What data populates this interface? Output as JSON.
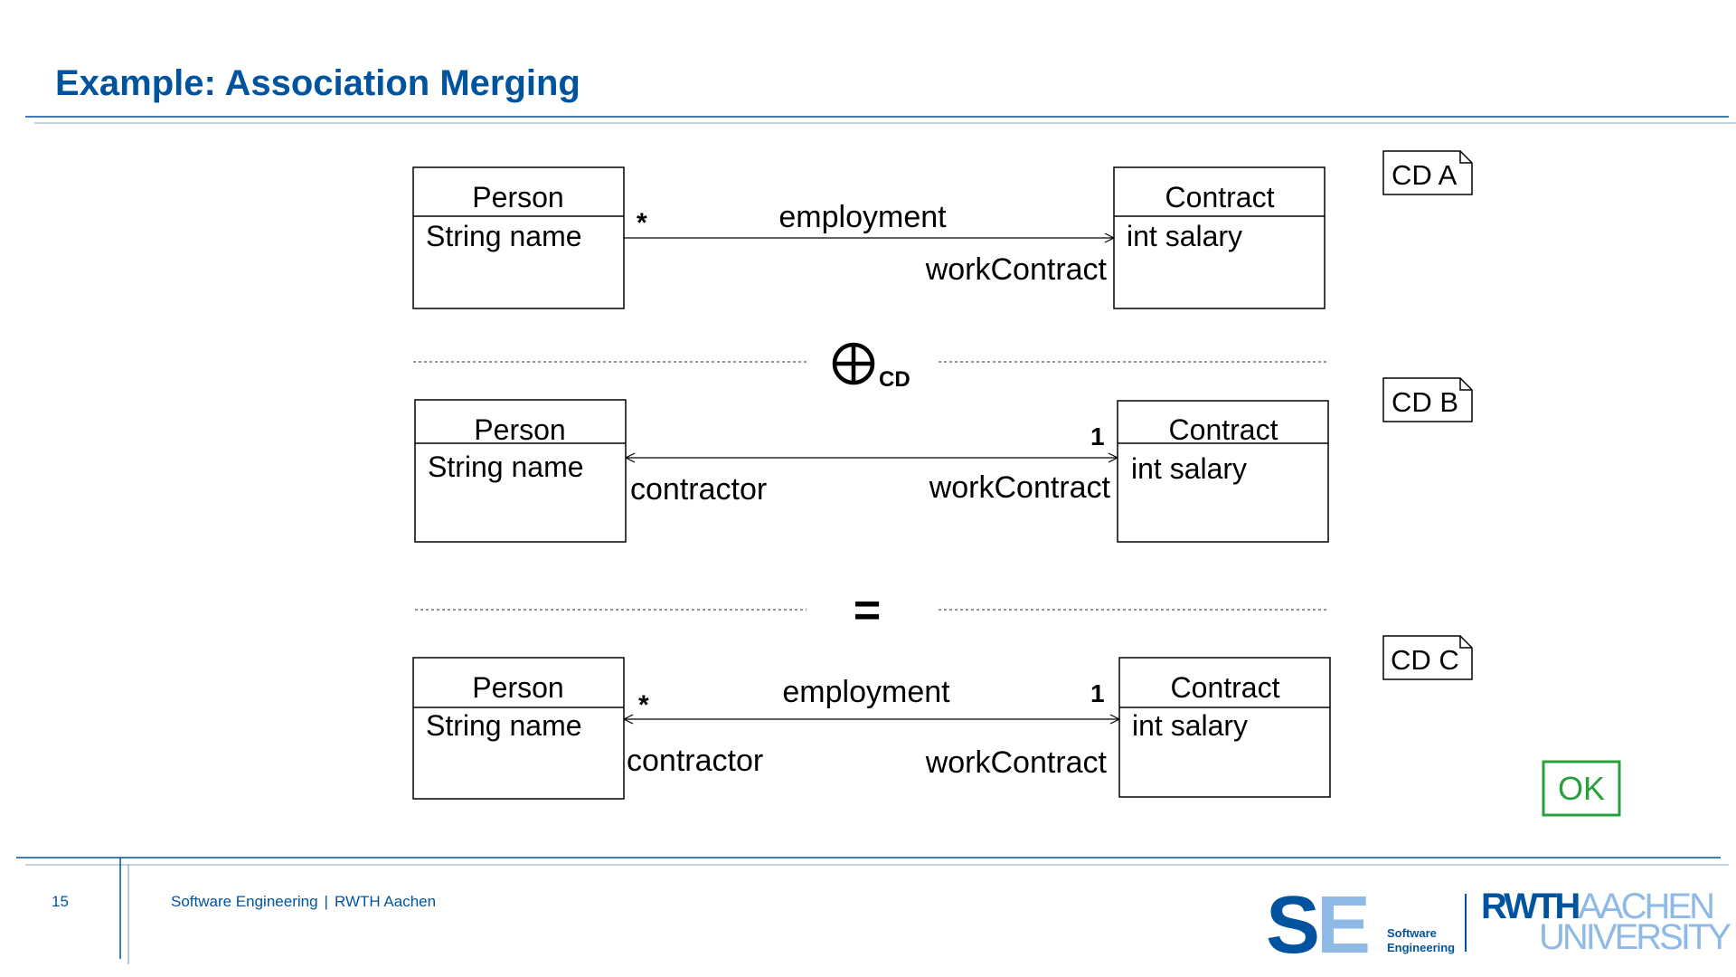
{
  "slide": {
    "title": "Example: Association Merging",
    "page_number": "15",
    "footer_left": "Software Engineering",
    "footer_separator": "|",
    "footer_right": "RWTH Aachen"
  },
  "logos": {
    "se_letter_s": "S",
    "se_letter_e": "E",
    "se_sub_line1": "Software",
    "se_sub_line2": "Engineering",
    "rwth": "RWTH",
    "aachen": "AACHEN",
    "university": "UNIVERSITY"
  },
  "diagram": {
    "cd_a": {
      "tag": "CD A",
      "left_class": {
        "name": "Person",
        "attribute": "String name"
      },
      "right_class": {
        "name": "Contract",
        "attribute": "int salary"
      },
      "assoc_name": "employment",
      "left_multiplicity": "*",
      "right_role": "workContract"
    },
    "operator": {
      "symbol": "⊕",
      "subscript": "CD"
    },
    "cd_b": {
      "tag": "CD B",
      "left_class": {
        "name": "Person",
        "attribute": "String name"
      },
      "right_class": {
        "name": "Contract",
        "attribute": "int salary"
      },
      "left_role": "contractor",
      "right_role": "workContract",
      "right_multiplicity": "1"
    },
    "equals": "=",
    "cd_c": {
      "tag": "CD C",
      "left_class": {
        "name": "Person",
        "attribute": "String name"
      },
      "right_class": {
        "name": "Contract",
        "attribute": "int salary"
      },
      "assoc_name": "employment",
      "left_multiplicity": "*",
      "right_multiplicity": "1",
      "left_role": "contractor",
      "right_role": "workContract"
    },
    "result": "OK"
  },
  "colors": {
    "brand_blue": "#00549f",
    "brand_light_blue": "#8ebae5",
    "ok_green": "#28a03c",
    "line_gray": "#555555"
  }
}
